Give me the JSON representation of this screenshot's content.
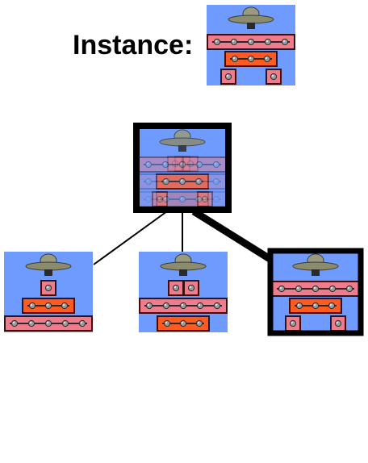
{
  "header": {
    "label": "Instance:"
  },
  "colors": {
    "sky": "#6f9bff",
    "plank_pink": "#ee7c8c",
    "plank_orange": "#ff5a22",
    "outline": "#3a1010",
    "bolt": "#8c8c8c",
    "ufo_dome": "#9a9a80",
    "ufo_body": "#6b6b58",
    "line": "#000000",
    "frame": "#000000"
  },
  "icons": {
    "instance": "tower-instance-icon",
    "composite": "tower-composite-icon",
    "option_a": "tower-pyramid-icon",
    "option_b": "tower-mixed-icon",
    "option_c": "tower-legged-icon"
  },
  "tree": {
    "root": "composite",
    "children": [
      "option_a",
      "option_b",
      "option_c"
    ],
    "selected_child": "option_c"
  }
}
